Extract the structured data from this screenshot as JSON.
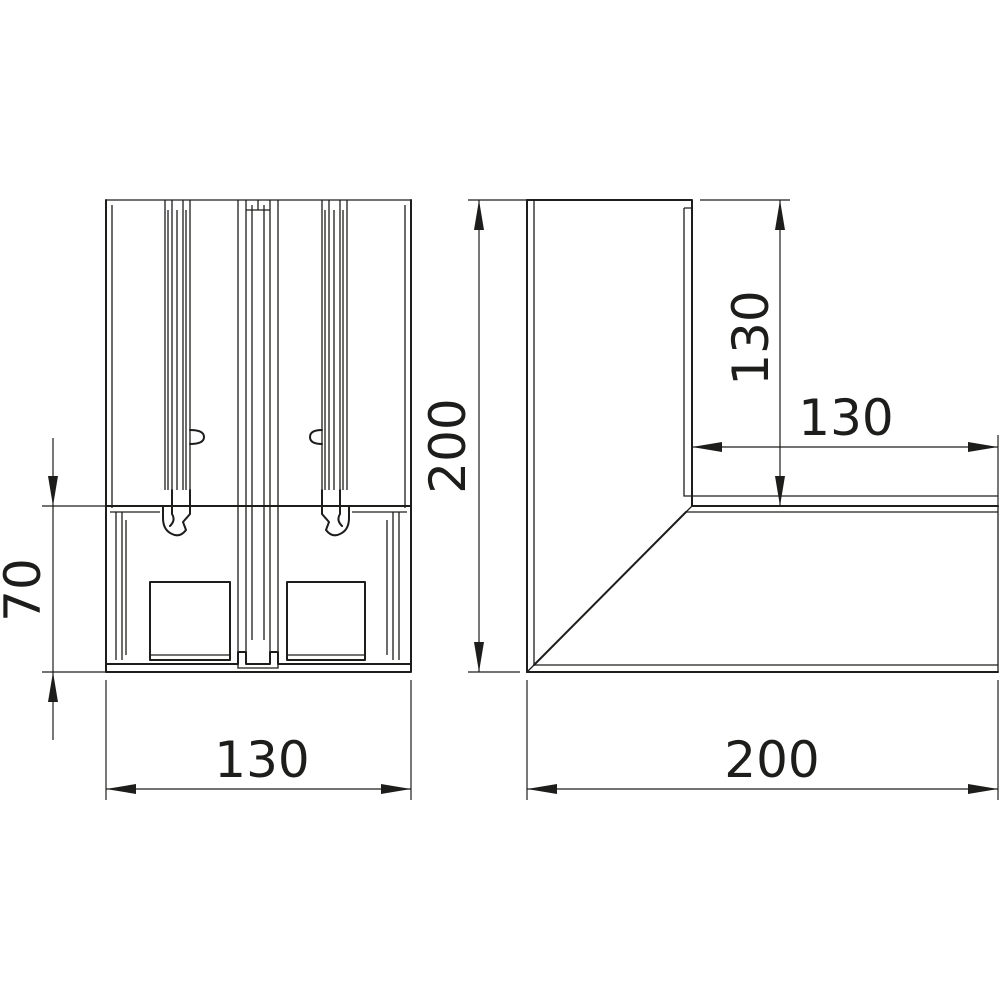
{
  "dimensions": {
    "front_width": "130",
    "front_height": "70",
    "side_height": "200",
    "side_width": "200",
    "leg_horizontal": "130",
    "leg_vertical": "130"
  },
  "colors": {
    "line": "#1d1d1b",
    "background": "#ffffff"
  }
}
